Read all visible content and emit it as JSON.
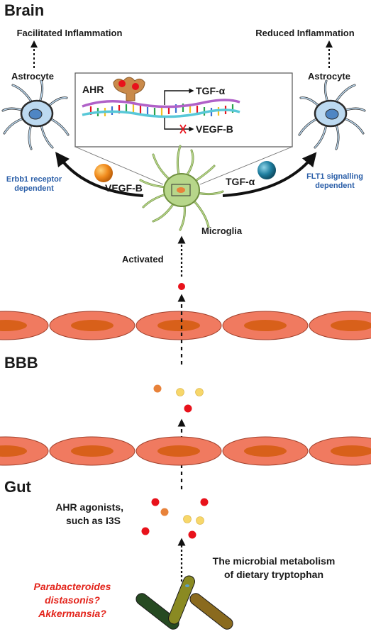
{
  "sections": {
    "brain": "Brain",
    "bbb": "BBB",
    "gut": "Gut"
  },
  "left_astrocyte": {
    "outcome": "Facilitated Inflammation",
    "label": "Astrocyte",
    "receptor_line1": "Erbb1 receptor",
    "receptor_line2": "dependent"
  },
  "right_astrocyte": {
    "outcome": "Reduced Inflammation",
    "label": "Astrocyte",
    "receptor_line1": "FLT1 signalling",
    "receptor_line2": "dependent"
  },
  "inset": {
    "receptor": "AHR",
    "promoted": "TGF-α",
    "blocked": "VEGF-B"
  },
  "microglia": {
    "label": "Microglia",
    "state": "Activated",
    "left_factor": "VEGF-B",
    "right_factor": "TGF-α"
  },
  "gut": {
    "agonists_line1": "AHR agonists,",
    "agonists_line2": "such as I3S",
    "metabolism_line1": "The microbial metabolism",
    "metabolism_line2": "of dietary tryptophan",
    "bacteria_line1": "Parabacteroides",
    "bacteria_line2": "distasonis?",
    "bacteria_line3": "Akkermansia?"
  },
  "colors": {
    "agonist_red": "#e8121b",
    "agonist_orange": "#e8823a",
    "agonist_yellow": "#f7d76a",
    "endothelium": "#f07a60",
    "nucleus": "#d8601a",
    "astrocyte": "#bcd9f0",
    "microglia": "#b7d68a",
    "blue_text": "#2a5ea8",
    "red_text": "#e3241b"
  }
}
